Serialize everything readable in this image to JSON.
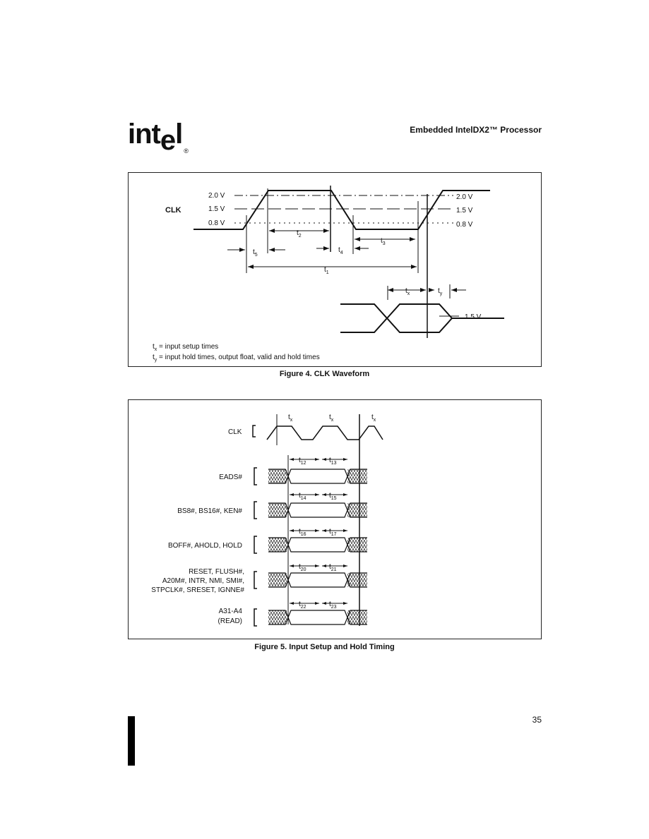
{
  "header": {
    "logo_text": "intel",
    "logo_reg": "®",
    "doc_title": "Embedded IntelDX2™ Processor"
  },
  "figure4": {
    "caption": "Figure 4.  CLK Waveform",
    "signal": "CLK",
    "levels": [
      "2.0 V",
      "1.5 V",
      "0.8 V"
    ],
    "ref_level": "1.5 V",
    "timing": [
      "t2",
      "t3",
      "t4",
      "t5",
      "t1",
      "tx",
      "ty"
    ],
    "legend": [
      {
        "sym": "t",
        "sub": "x",
        "text": " = input setup times"
      },
      {
        "sym": "t",
        "sub": "y",
        "text": " = input hold times, output float, valid and hold times"
      }
    ]
  },
  "figure5": {
    "caption": "Figure 5.  Input Setup and Hold Timing",
    "clk_label": "CLK",
    "clk_marks": [
      "tx",
      "tx",
      "tx"
    ],
    "signals": [
      {
        "label": [
          "EADS#"
        ],
        "setup": "12",
        "hold": "13"
      },
      {
        "label": [
          "BS8#, BS16#, KEN#"
        ],
        "setup": "14",
        "hold": "15"
      },
      {
        "label": [
          "BOFF#, AHOLD, HOLD"
        ],
        "setup": "16",
        "hold": "17"
      },
      {
        "label": [
          "RESET, FLUSH#,",
          "A20M#, INTR, NMI, SMI#,",
          "STPCLK#, SRESET, IGNNE#"
        ],
        "setup": "20",
        "hold": "21"
      },
      {
        "label": [
          "A31-A4",
          "(READ)"
        ],
        "setup": "22",
        "hold": "23"
      }
    ]
  },
  "footer": {
    "page_number": "35"
  }
}
